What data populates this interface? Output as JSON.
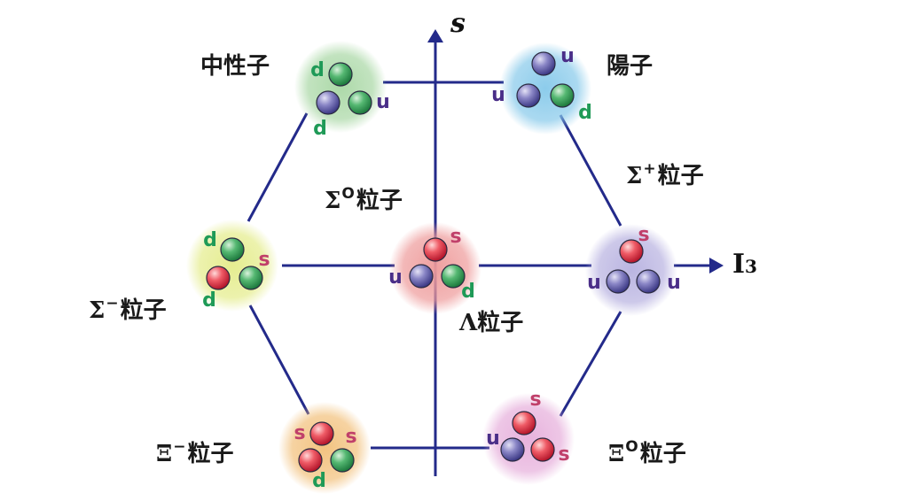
{
  "axes": {
    "vertical_label": "s",
    "horizontal_label": "I",
    "horizontal_label_subscript": "3"
  },
  "particles": [
    {
      "id": "neutron",
      "symbol": "",
      "charge": "",
      "name": "中性子",
      "glow": "#a8d7a4",
      "quarks": [
        {
          "q": "d",
          "color": "#2e9e55"
        },
        {
          "q": "u",
          "color": "#5a56a8"
        },
        {
          "q": "d",
          "color": "#2e9e55"
        }
      ]
    },
    {
      "id": "proton",
      "symbol": "",
      "charge": "",
      "name": "陽子",
      "glow": "#86c9ea",
      "quarks": [
        {
          "q": "u",
          "color": "#5a56a8"
        },
        {
          "q": "u",
          "color": "#5a56a8"
        },
        {
          "q": "d",
          "color": "#2e9e55"
        }
      ]
    },
    {
      "id": "sigma-minus",
      "symbol": "Σ",
      "charge": "−",
      "name": "粒子",
      "glow": "#e4ec8a",
      "quarks": [
        {
          "q": "d",
          "color": "#2e9e55"
        },
        {
          "q": "s",
          "color": "#e2374a"
        },
        {
          "q": "d",
          "color": "#2e9e55"
        }
      ]
    },
    {
      "id": "lambda",
      "symbol": "Λ",
      "charge": "",
      "name": "粒子",
      "glow": "#ee9a9a",
      "quarks": [
        {
          "q": "s",
          "color": "#e2374a"
        },
        {
          "q": "u",
          "color": "#5a56a8"
        },
        {
          "q": "d",
          "color": "#2e9e55"
        }
      ]
    },
    {
      "id": "sigma-zero",
      "symbol": "Σ",
      "charge": "O",
      "name": "粒子",
      "glow": "",
      "quarks": []
    },
    {
      "id": "sigma-plus",
      "symbol": "Σ",
      "charge": "+",
      "name": "粒子",
      "glow": "#b7b1e0",
      "quarks": [
        {
          "q": "s",
          "color": "#e2374a"
        },
        {
          "q": "u",
          "color": "#5a56a8"
        },
        {
          "q": "u",
          "color": "#5a56a8"
        }
      ]
    },
    {
      "id": "xi-minus",
      "symbol": "Ξ",
      "charge": "−",
      "name": "粒子",
      "glow": "#f2c07a",
      "quarks": [
        {
          "q": "s",
          "color": "#e2374a"
        },
        {
          "q": "s",
          "color": "#e2374a"
        },
        {
          "q": "d",
          "color": "#2e9e55"
        }
      ]
    },
    {
      "id": "xi-zero",
      "symbol": "Ξ",
      "charge": "O",
      "name": "粒子",
      "glow": "#e6aedb",
      "quarks": [
        {
          "q": "s",
          "color": "#e2374a"
        },
        {
          "q": "u",
          "color": "#5a56a8"
        },
        {
          "q": "s",
          "color": "#e2374a"
        }
      ]
    }
  ],
  "colors": {
    "line": "#232a8a",
    "u_letter": "#4a2e88",
    "d_letter": "#1f9a57",
    "s_letter": "#c0406a"
  }
}
